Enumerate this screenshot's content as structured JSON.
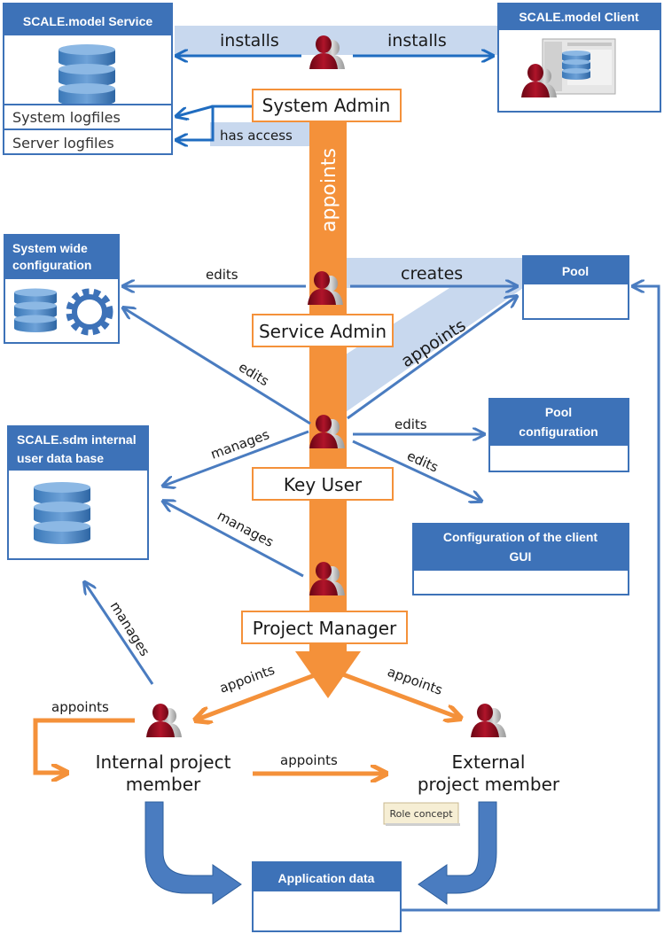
{
  "boxes": {
    "service": "SCALE.model Service",
    "client": "SCALE.model Client",
    "system_logfiles": "System logfiles",
    "server_logfiles": "Server logfiles",
    "system_wide_line1": "System wide",
    "system_wide_line2": "configuration",
    "pool": "Pool",
    "pool_config_line1": "Pool",
    "pool_config_line2": "configuration",
    "userdb_line1": "SCALE.sdm internal",
    "userdb_line2": "user data base",
    "client_gui_line1": "Configuration of the client",
    "client_gui_line2": "GUI",
    "application_data": "Application data"
  },
  "roles": {
    "system_admin": "System Admin",
    "service_admin": "Service Admin",
    "key_user": "Key User",
    "project_manager": "Project Manager",
    "internal_line1": "Internal project",
    "internal_line2": "member",
    "external_line1": "External",
    "external_line2": "project member"
  },
  "labels": {
    "installs_left": "installs",
    "installs_right": "installs",
    "has_access": "has access",
    "appoints_vertical": "appoints",
    "edits_system": "edits",
    "creates": "creates",
    "appoints_pool": "appoints",
    "edits_keyuser": "edits",
    "edits_pool_config": "edits",
    "edits_client_gui": "edits",
    "manages_keyuser": "manages",
    "manages_pm": "manages",
    "manages_internal": "manages",
    "appoints_pm_left": "appoints",
    "appoints_pm_right": "appoints",
    "appoints_internal_self": "appoints",
    "appoints_internal_external": "appoints"
  },
  "tooltip": "Role concept",
  "colors": {
    "box_blue": "#3d72b8",
    "arrow_blue": "#4a7cc0",
    "orange": "#f4913a",
    "light_blue_band": "#c8d8ee",
    "person_red": "#8b0b1e"
  }
}
